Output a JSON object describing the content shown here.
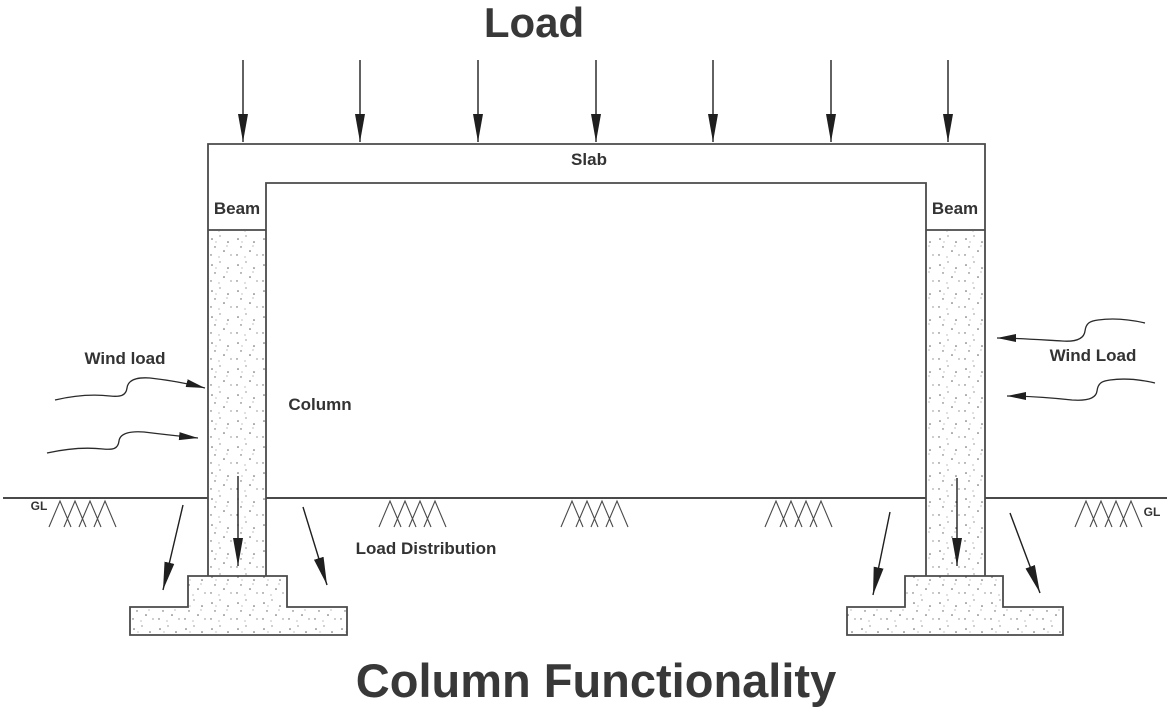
{
  "titles": {
    "top": "Load",
    "bottom": "Column Functionality"
  },
  "labels": {
    "slab": "Slab",
    "beam_left": "Beam",
    "beam_right": "Beam",
    "column": "Column",
    "wind_left": "Wind load",
    "wind_right": "Wind Load",
    "load_distribution": "Load Distribution",
    "gl_left": "GL",
    "gl_right": "GL"
  },
  "colors": {
    "structure_line": "#4a4a4a",
    "arrow": "#1f1f1f",
    "text": "#333333",
    "background": "#ffffff"
  }
}
